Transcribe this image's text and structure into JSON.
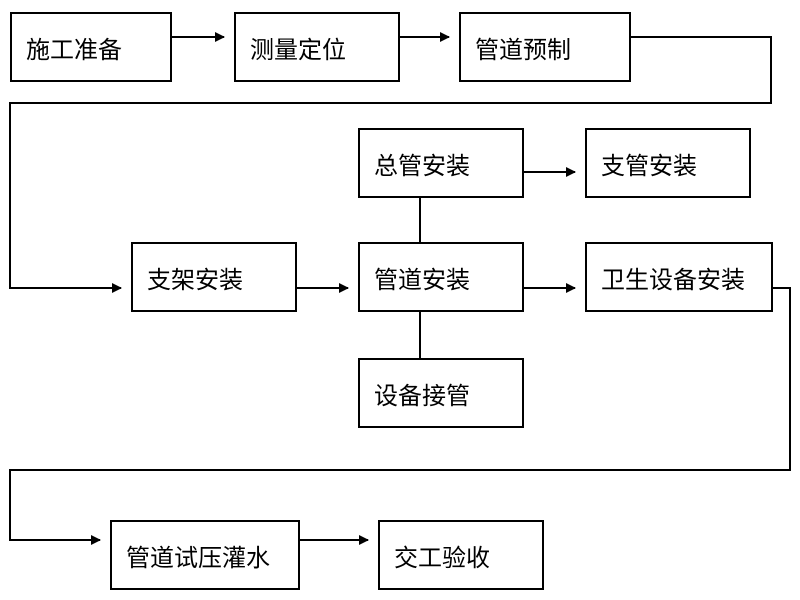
{
  "steps": {
    "prep": "施工准备",
    "survey": "测量定位",
    "prefab": "管道预制",
    "main_pipe": "总管安装",
    "branch_pipe": "支管安装",
    "bracket": "支架安装",
    "pipe_install": "管道安装",
    "sanitary": "卫生设备安装",
    "equip_connect": "设备接管",
    "pressure_test": "管道试压灌水",
    "handover": "交工验收"
  },
  "colors": {
    "line": "#000000",
    "box_border": "#000000",
    "background": "#ffffff"
  }
}
